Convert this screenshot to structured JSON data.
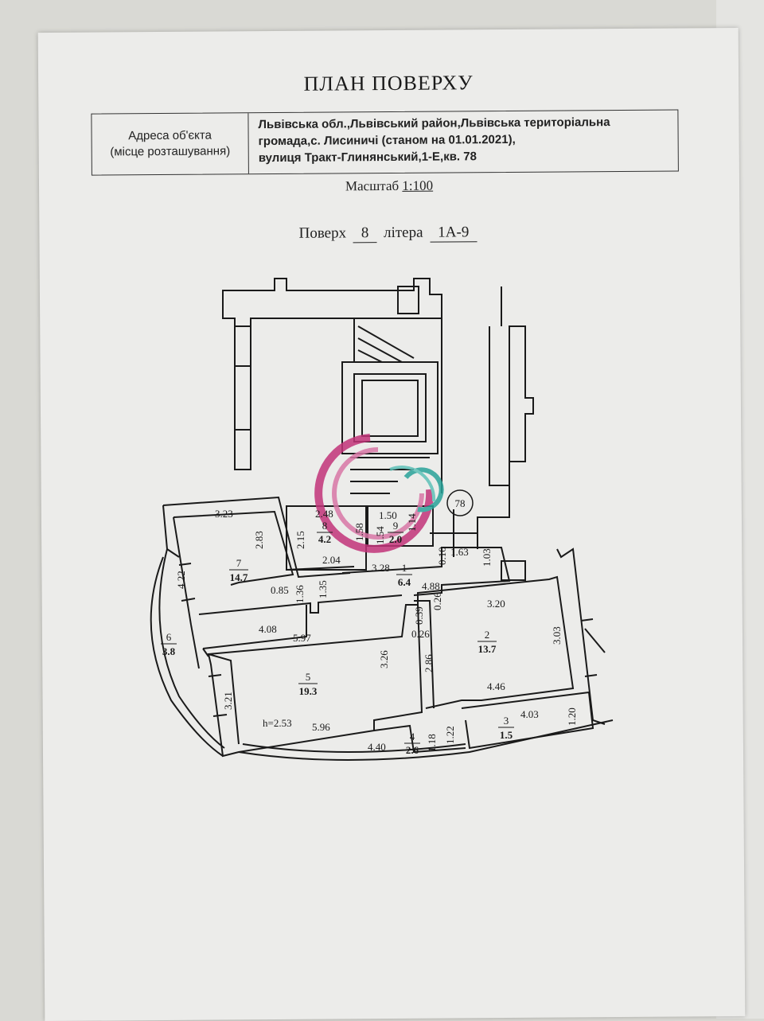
{
  "header": {
    "title": "ПЛАН ПОВЕРХУ",
    "address_label_1": "Адреса об'єкта",
    "address_label_2": "(місце розташування)",
    "address_line_1": "Львівська обл.,Львівський район,Львівська територіальна",
    "address_line_2": "громада,с. Лисиничі (станом на 01.01.2021),",
    "address_line_3": "вулиця Тракт-Глинянський,1-Е,кв. 78",
    "scale_label": "Масштаб",
    "scale_value": "1:100",
    "floor_label": "Поверх",
    "floor_value": "8",
    "litera_label": "літера",
    "litera_value": "1А-9"
  },
  "plan": {
    "apartment_number": "78",
    "rooms": [
      {
        "number": "1",
        "area": "6.4"
      },
      {
        "number": "2",
        "area": "13.7"
      },
      {
        "number": "3",
        "area": "1.5"
      },
      {
        "number": "4",
        "area": "2.6"
      },
      {
        "number": "5",
        "area": "19.3"
      },
      {
        "number": "6",
        "area": "3.8"
      },
      {
        "number": "7",
        "area": "14.7"
      },
      {
        "number": "8",
        "area": "4.2"
      },
      {
        "number": "9",
        "area": "2.0"
      }
    ],
    "height": "h=2.53",
    "dimensions": {
      "d323": "3.23",
      "d283": "2.83",
      "d422": "4.22",
      "d085": "0.85",
      "d136": "1.36",
      "d135": "1.35",
      "d408": "4.08",
      "d248": "2.48",
      "d215": "2.15",
      "d158": "1.58",
      "d204": "2.04",
      "d150": "1.50",
      "d154": "1.54",
      "d114": "1.14",
      "d328": "3.28",
      "d010": "0.10",
      "d163": "1.63",
      "d103": "1.03",
      "d488": "4.88",
      "d039": "0.39",
      "d026a": "0.26",
      "d026b": "0.26",
      "d320": "3.20",
      "d303": "3.03",
      "d286": "2.86",
      "d326": "3.26",
      "d597": "5.97",
      "d321": "3.21",
      "d596": "5.96",
      "d446": "4.46",
      "d403": "4.03",
      "d120": "1.20",
      "d440": "4.40",
      "d118": "1.18",
      "d122": "1.22"
    }
  },
  "colors": {
    "ink": "#1a1a1a",
    "watermark_magenta": "#c2347a",
    "watermark_teal": "#2aa39a",
    "paper": "#ececea"
  }
}
